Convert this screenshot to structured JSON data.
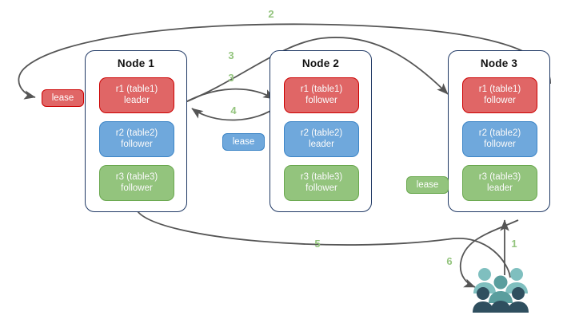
{
  "diagram": {
    "title": "Raft multi-range lease diagram",
    "colors": {
      "red_fill": "#e06666",
      "red_border": "#cc0000",
      "blue_fill": "#6fa8dc",
      "blue_border": "#3d85c6",
      "green_fill": "#93c47d",
      "green_border": "#6aa84f",
      "node_border": "#1f3864",
      "arrow": "#555555",
      "step_label": "#93c47d",
      "users_light": "#7fbfbf",
      "users_mid": "#5a9e9e",
      "users_dark": "#2f4f5f"
    }
  },
  "nodes": [
    {
      "id": "node-1",
      "title": "Node 1",
      "replicas": [
        {
          "id": "r1",
          "line1": "r1 (table1)",
          "line2": "leader",
          "color": "red"
        },
        {
          "id": "r2",
          "line1": "r2 (table2)",
          "line2": "follower",
          "color": "blue"
        },
        {
          "id": "r3",
          "line1": "r3 (table3)",
          "line2": "follower",
          "color": "green"
        }
      ]
    },
    {
      "id": "node-2",
      "title": "Node 2",
      "replicas": [
        {
          "id": "r1",
          "line1": "r1 (table1)",
          "line2": "follower",
          "color": "red"
        },
        {
          "id": "r2",
          "line1": "r2 (table2)",
          "line2": "leader",
          "color": "blue"
        },
        {
          "id": "r3",
          "line1": "r3 (table3)",
          "line2": "follower",
          "color": "green"
        }
      ]
    },
    {
      "id": "node-3",
      "title": "Node 3",
      "replicas": [
        {
          "id": "r1",
          "line1": "r1 (table1)",
          "line2": "follower",
          "color": "red"
        },
        {
          "id": "r2",
          "line1": "r2 (table2)",
          "line2": "follower",
          "color": "blue"
        },
        {
          "id": "r3",
          "line1": "r3 (table3)",
          "line2": "leader",
          "color": "green"
        }
      ]
    }
  ],
  "leases": [
    {
      "id": "lease-red",
      "label": "lease",
      "color": "red"
    },
    {
      "id": "lease-blue",
      "label": "lease",
      "color": "blue"
    },
    {
      "id": "lease-green",
      "label": "lease",
      "color": "green"
    }
  ],
  "steps": [
    {
      "id": "step-1",
      "label": "1"
    },
    {
      "id": "step-2",
      "label": "2"
    },
    {
      "id": "step-3a",
      "label": "3"
    },
    {
      "id": "step-3b",
      "label": "3"
    },
    {
      "id": "step-4",
      "label": "4"
    },
    {
      "id": "step-5",
      "label": "5"
    },
    {
      "id": "step-6",
      "label": "6"
    }
  ],
  "actors": {
    "users_icon": "users-group-icon"
  }
}
